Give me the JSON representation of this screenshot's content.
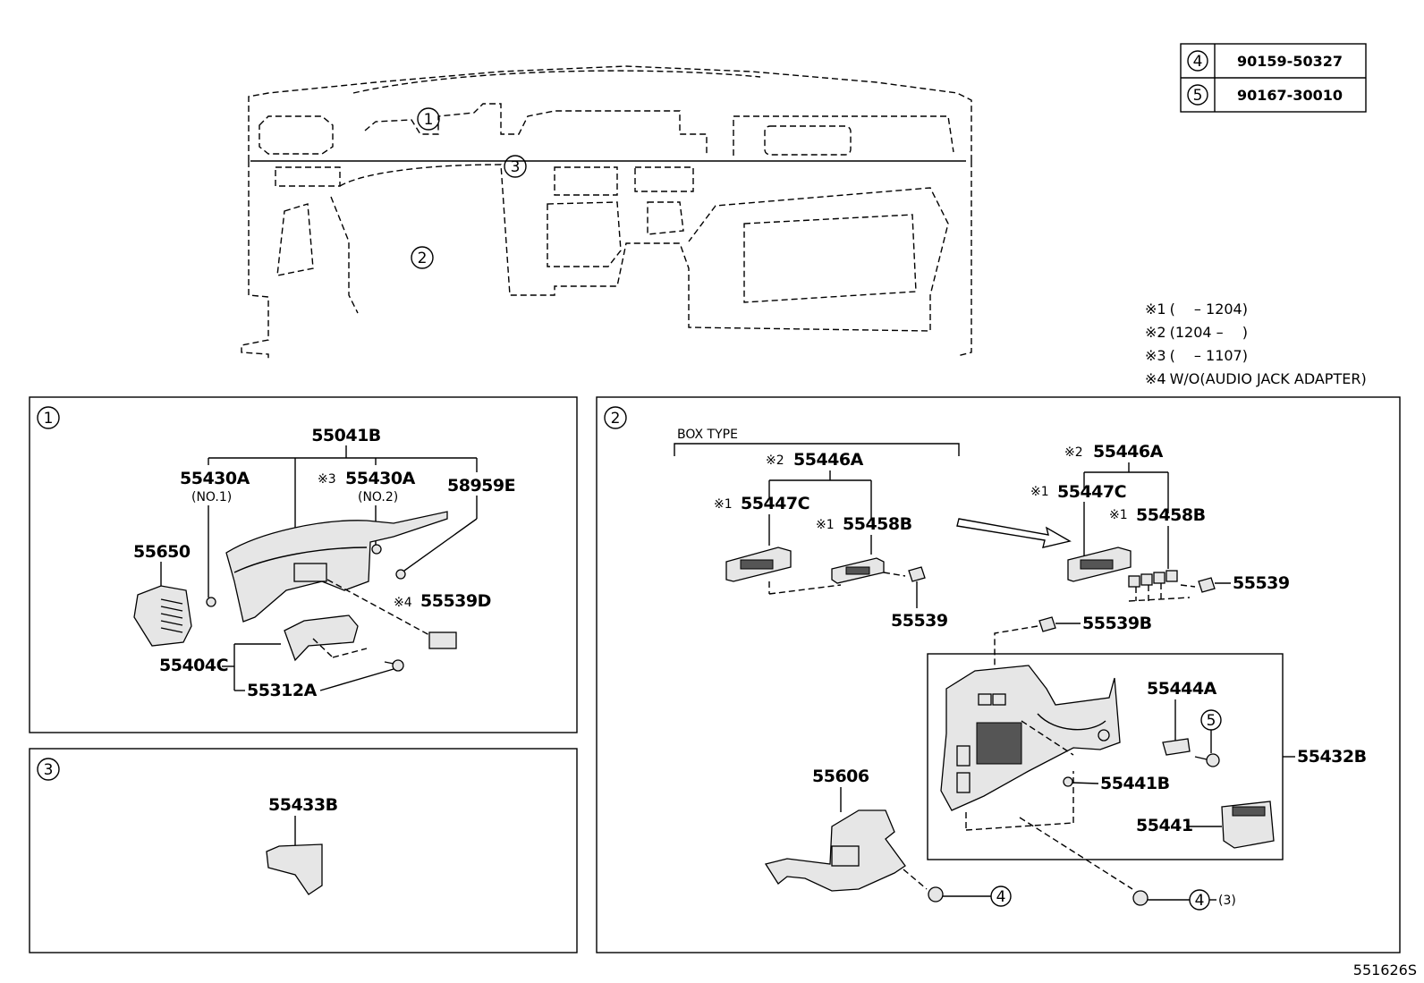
{
  "table": {
    "rows": [
      {
        "ref": "4",
        "part": "90159-50327"
      },
      {
        "ref": "5",
        "part": "90167-30010"
      }
    ]
  },
  "notes": [
    {
      "mark": "※1",
      "text": "(　 – 1204)"
    },
    {
      "mark": "※2",
      "text": "(1204 – 　)"
    },
    {
      "mark": "※3",
      "text": "(　 – 1107)"
    },
    {
      "mark": "※4",
      "text": "W/O(AUDIO JACK ADAPTER)"
    }
  ],
  "overview": {
    "callouts": [
      "1",
      "2",
      "3"
    ]
  },
  "panel1": {
    "index": "1",
    "labels": {
      "p55041B": "55041B",
      "p55430A_1": "55430A",
      "no1": "(NO.1)",
      "mark3": "※3",
      "p55430A_2": "55430A",
      "no2": "(NO.2)",
      "p58959E": "58959E",
      "p55650": "55650",
      "mark4": "※4",
      "p55539D": "55539D",
      "p55404C": "55404C",
      "p55312A": "55312A"
    }
  },
  "panel2": {
    "index": "2",
    "box_type": "BOX TYPE",
    "labels": {
      "l_mark2": "※2",
      "l_55446A": "55446A",
      "l_mark1a": "※1",
      "l_55447C": "55447C",
      "l_mark1b": "※1",
      "l_55458B": "55458B",
      "l_55539": "55539",
      "r_mark2": "※2",
      "r_55446A": "55446A",
      "r_mark1a": "※1",
      "r_55447C": "55447C",
      "r_mark1b": "※1",
      "r_55458B": "55458B",
      "r_55539": "55539",
      "p55539B": "55539B",
      "p55444A": "55444A",
      "ref5": "5",
      "p55432B": "55432B",
      "p55441B": "55441B",
      "p55441": "55441",
      "p55606": "55606",
      "ref4a": "4",
      "ref4b": "4",
      "qty3": "(3)"
    }
  },
  "panel3": {
    "index": "3",
    "labels": {
      "p55433B": "55433B"
    }
  },
  "figure_id": "551626S"
}
